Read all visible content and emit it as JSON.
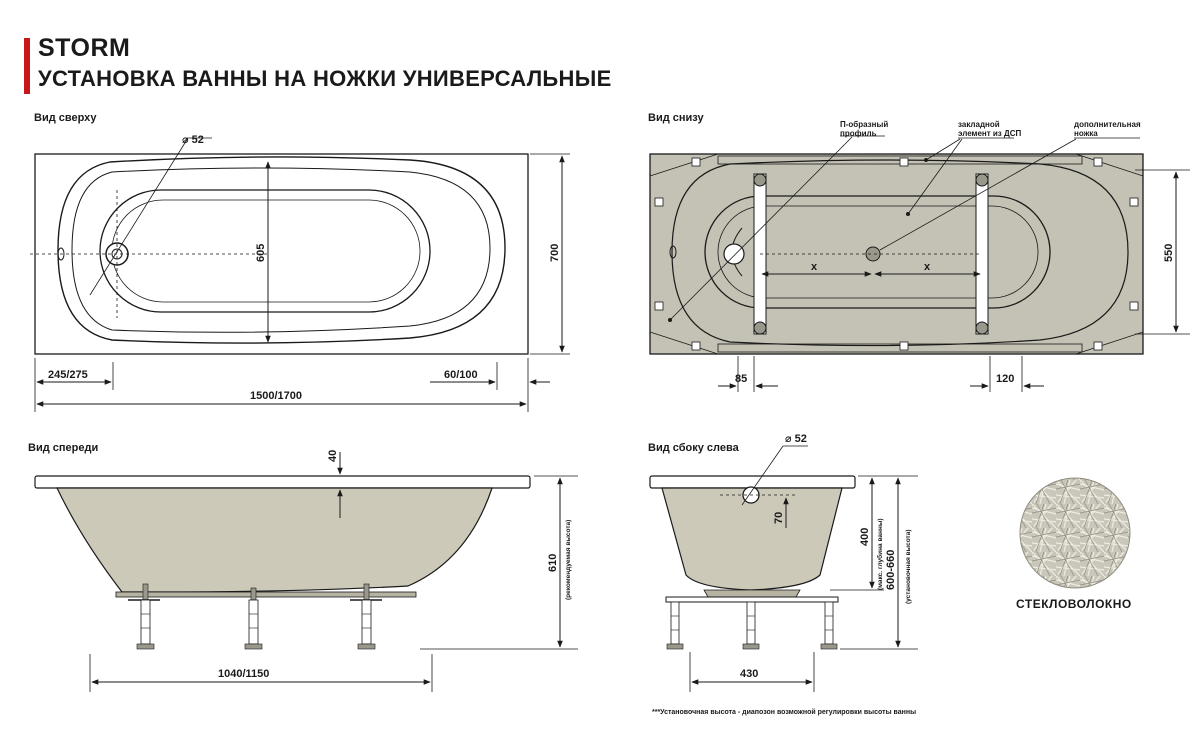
{
  "header": {
    "brand_title": "STORM",
    "subtitle": "УСТАНОВКА  ВАННЫ НА  НОЖКИ УНИВЕРСАЛЬНЫЕ",
    "accent_color": "#c8161d"
  },
  "views": {
    "top": "Вид сверху",
    "bottom": "Вид снизу",
    "front": "Вид спереди",
    "side": "Вид сбоку слева"
  },
  "top_view": {
    "diameter_label": "⌀ 52",
    "inner_width": "605",
    "total_width": "700",
    "left_offset": "245/275",
    "right_offset": "60/100",
    "length": "1500/1700"
  },
  "bottom_view": {
    "callout_profile": [
      "П-образный",
      "профиль"
    ],
    "callout_insert": [
      "закладной",
      "элемент из ДСП"
    ],
    "callout_extra_leg": [
      "дополнительная",
      "ножка"
    ],
    "x_left": "x",
    "x_right": "x",
    "width": "550",
    "dim_left": "85",
    "dim_right": "120"
  },
  "front_view": {
    "rim": "40",
    "height": "610",
    "height_note": "(рекомендуемая высота)",
    "legs_span": "1040/1150"
  },
  "side_view": {
    "diameter_label": "⌀ 52",
    "drain_height": "70",
    "depth": "400",
    "depth_note": "(макс. глубина ванны)",
    "install_height": "600-660",
    "install_note": "(установочная высота)",
    "legs_span": "430"
  },
  "material": {
    "label": "СТЕКЛОВОЛОКНО",
    "swatch_color": "#c9c6ba"
  },
  "footnote": "***Установочная высота - диапозон возможной регулировки высоты ванны",
  "colors": {
    "bath_fill": "#cdc9b9",
    "bottom_fill": "#c4c2b5",
    "line": "#1a1a1a"
  }
}
